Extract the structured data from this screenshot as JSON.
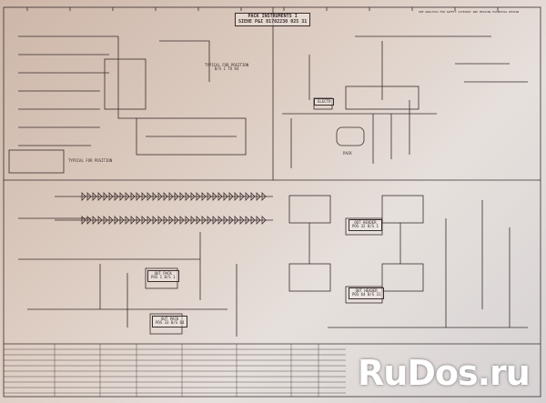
{
  "drawing": {
    "title_line1": "PACK INSTRUMENTS I",
    "title_line2": "SIEHE P&I 81702230 025 31",
    "typical1": "TYPICAL FOR POSITION",
    "typical1_sub": "B/S 1 TO 64",
    "typical2": "TYPICAL FOR POSITION",
    "electr": "ELECTR",
    "pack": "PACK",
    "out_header_1": "OUT HEADER",
    "out_header_1_sub": "POS 32 B/S 1",
    "out_header_2": "OUT HEADER",
    "out_header_2_sub": "POS 64 B/S 31",
    "out_pack_1": "OUT PACK",
    "out_pack_1_sub": "POS 1 B/S 1",
    "out_pack_2": "OUT PACK",
    "out_pack_2_sub": "POS 33 B/S 64",
    "note_top_right": "SEE ANALYSIS FOR SAFETY CATEGORY AND MISSING ESSENTIAL DESIGN"
  },
  "watermark": "RuDos.ru",
  "colors": {
    "paper": "#dccbc0",
    "ink": "#3a2c2c",
    "watermark": "#ffffff"
  }
}
